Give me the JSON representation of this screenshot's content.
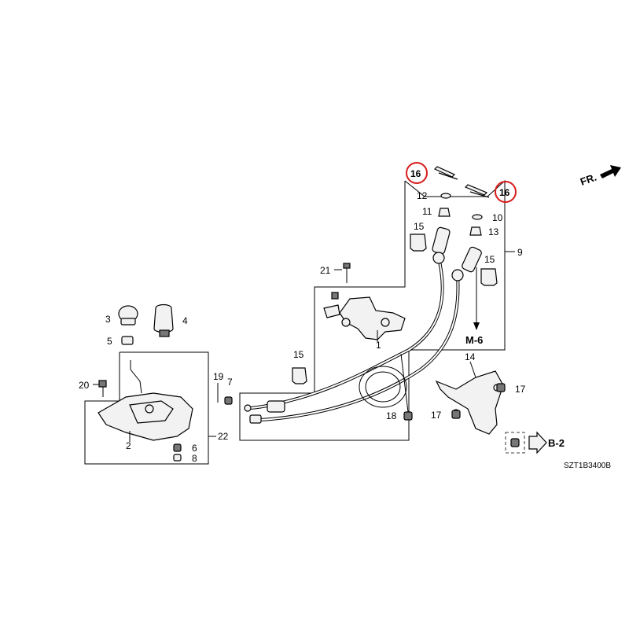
{
  "diagram_code": "SZT1B3400B",
  "front_marker": "FR.",
  "refs": {
    "m6": "M-6",
    "b2": "B-2"
  },
  "parts": {
    "p1": "1",
    "p2": "2",
    "p3": "3",
    "p4": "4",
    "p5": "5",
    "p6": "6",
    "p7": "7",
    "p8": "8",
    "p9": "9",
    "p10": "10",
    "p11": "11",
    "p12": "12",
    "p13": "13",
    "p14": "14",
    "p15a": "15",
    "p15b": "15",
    "p15c": "15",
    "p16a": "16",
    "p16b": "16",
    "p17a": "17",
    "p17b": "17",
    "p18": "18",
    "p19": "19",
    "p20": "20",
    "p21": "21",
    "p22": "22"
  },
  "highlight_color": "#d81b1b"
}
